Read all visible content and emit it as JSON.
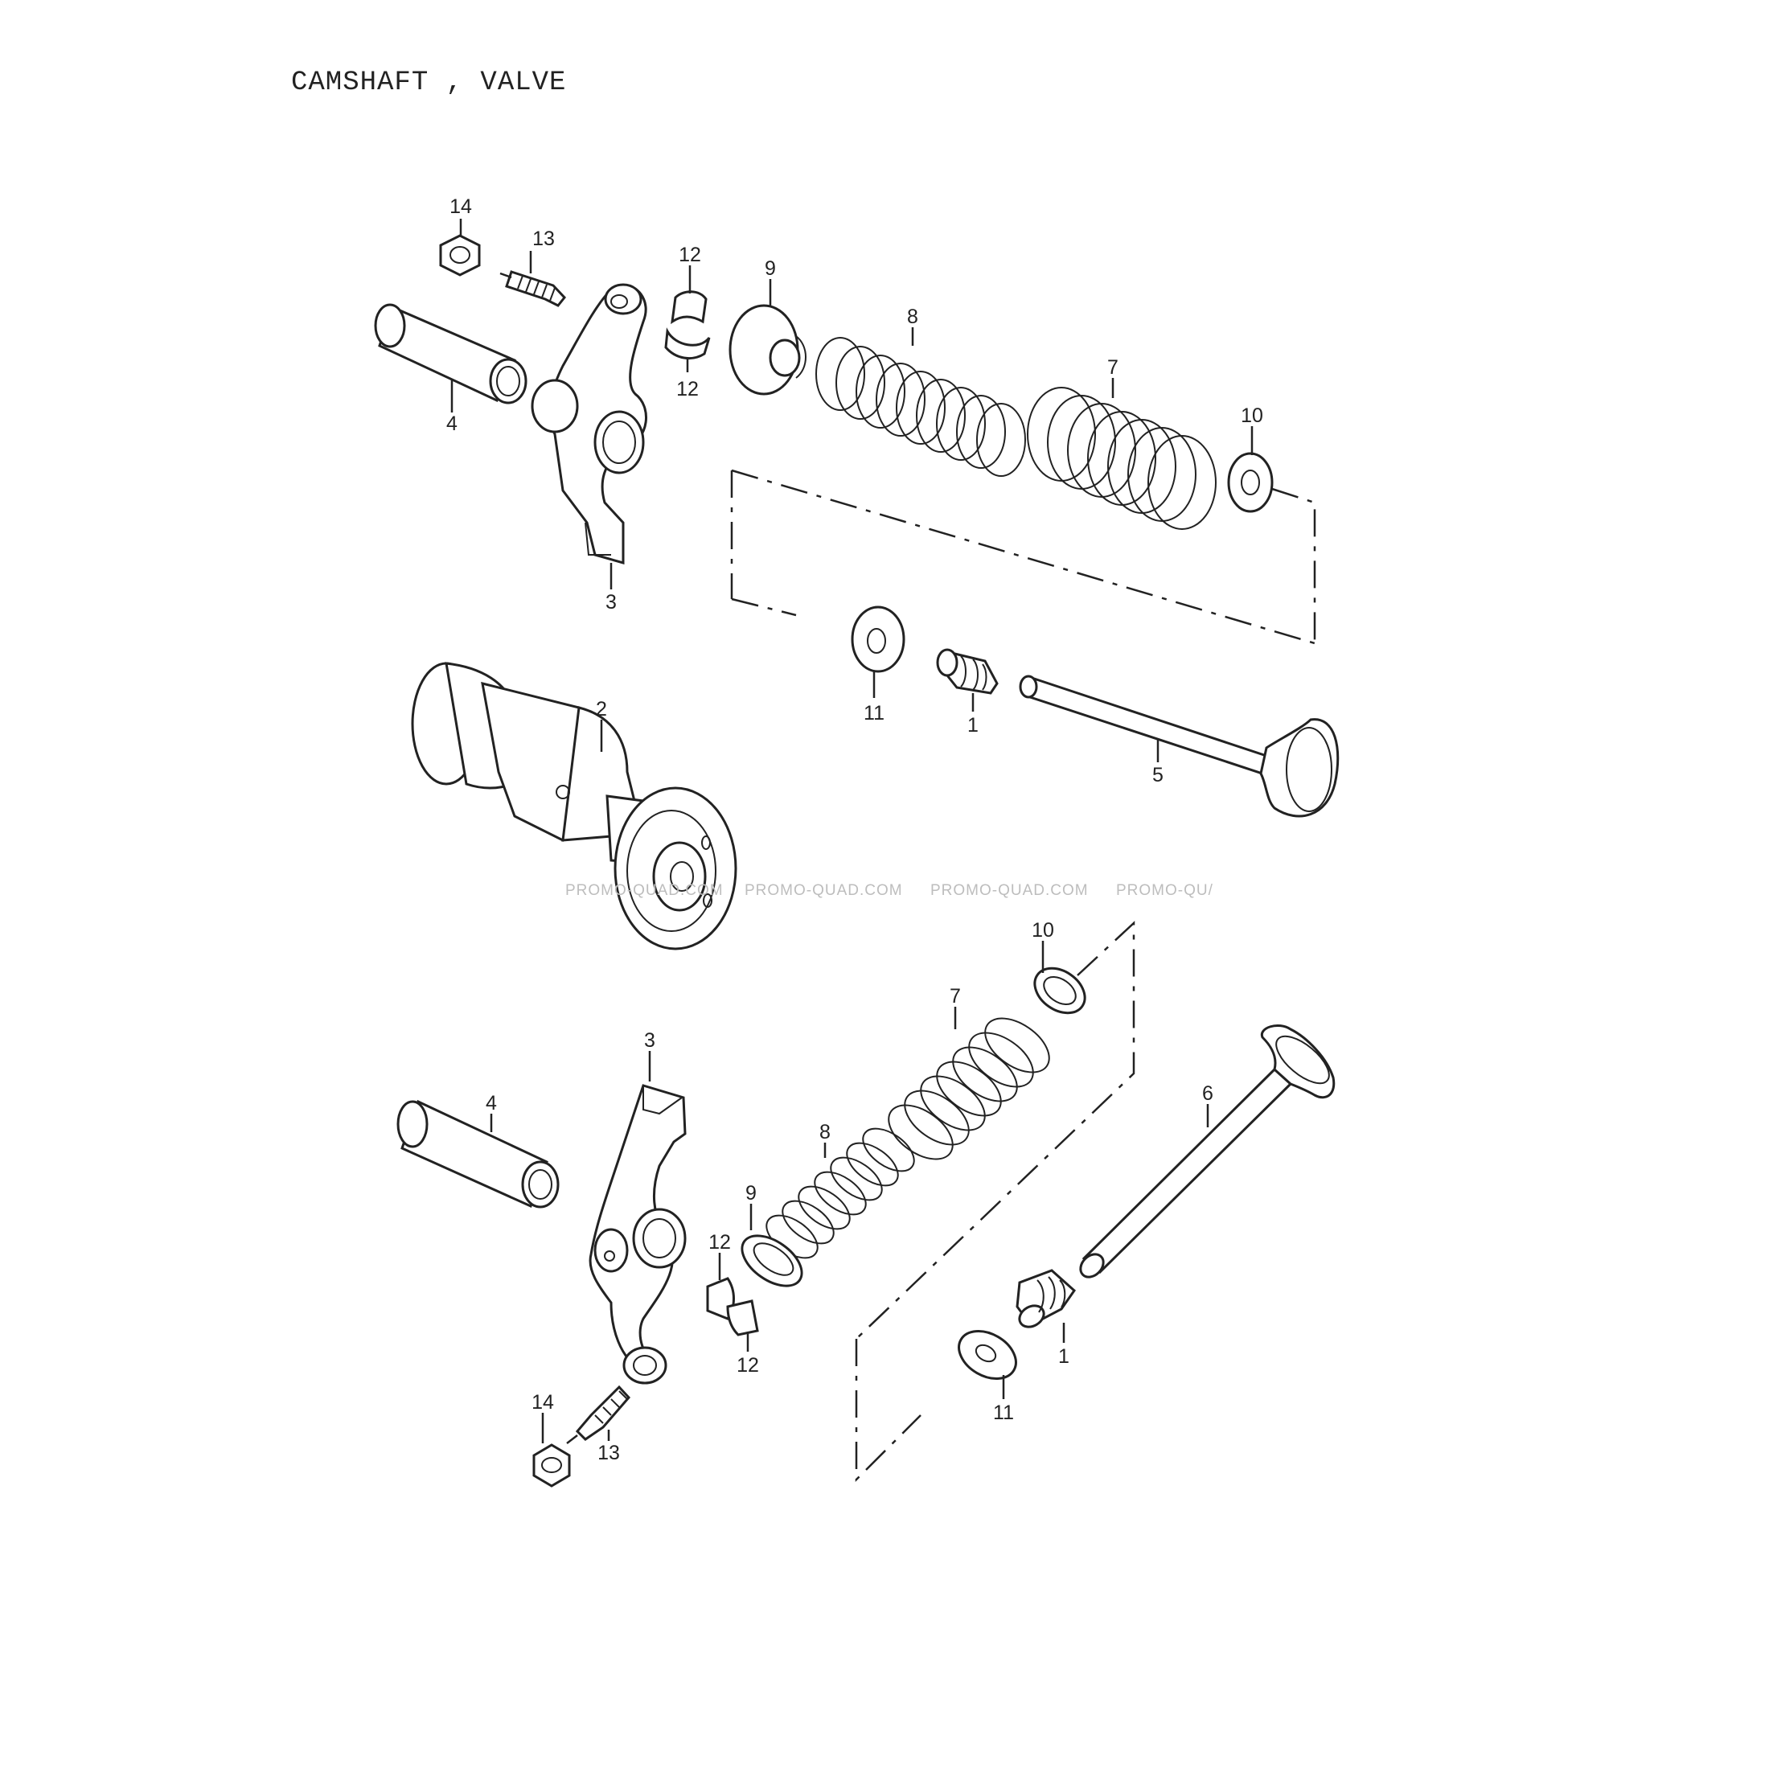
{
  "diagram": {
    "title": "CAMSHAFT , VALVE",
    "watermark": "PROMO-QUAD.COM",
    "watermark_partial": "PROMO-QU/",
    "callouts": {
      "top": [
        "14",
        "13",
        "12",
        "12",
        "9",
        "8",
        "7",
        "10",
        "4",
        "3",
        "2",
        "11",
        "1",
        "5"
      ],
      "bottom": [
        "10",
        "7",
        "3",
        "4",
        "8",
        "9",
        "12",
        "12",
        "6",
        "1",
        "11",
        "14",
        "13"
      ]
    }
  }
}
